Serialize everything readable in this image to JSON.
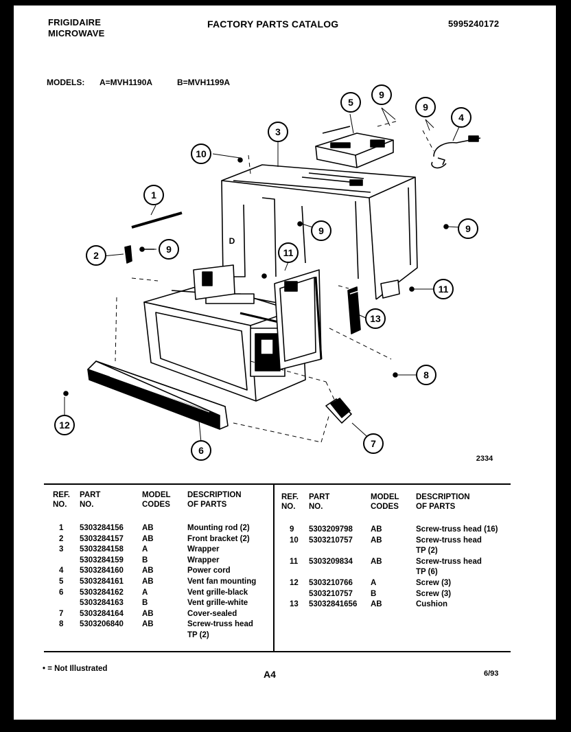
{
  "header": {
    "brand_line1": "FRIGIDAIRE",
    "brand_line2": "MICROWAVE",
    "catalog_title": "FACTORY PARTS CATALOG",
    "catalog_number": "5995240172"
  },
  "models": {
    "label": "MODELS:",
    "model_a": "A=MVH1190A",
    "model_b": "B=MVH1199A"
  },
  "diagram": {
    "figure_number": "2334",
    "callouts": [
      "1",
      "2",
      "3",
      "4",
      "5",
      "6",
      "7",
      "8",
      "9",
      "10",
      "11",
      "12",
      "13"
    ],
    "wrapper_letter": "D"
  },
  "table": {
    "col_headers": {
      "ref": "REF.\nNO.",
      "part": "PART\nNO.",
      "model": "MODEL\nCODES",
      "desc": "DESCRIPTION\nOF PARTS",
      "desc_right": "DESCRIPTION\nOF PARTS"
    },
    "left_rows": [
      {
        "ref": "1",
        "part": "5303284156",
        "model": "AB",
        "desc": "Mounting rod (2)"
      },
      {
        "ref": "2",
        "part": "5303284157",
        "model": "AB",
        "desc": "Front bracket (2)"
      },
      {
        "ref": "3",
        "part": "5303284158",
        "model": "A",
        "desc": "Wrapper"
      },
      {
        "ref": "",
        "part": "5303284159",
        "model": "B",
        "desc": "Wrapper"
      },
      {
        "ref": "4",
        "part": "5303284160",
        "model": "AB",
        "desc": "Power cord"
      },
      {
        "ref": "5",
        "part": "5303284161",
        "model": "AB",
        "desc": "Vent fan mounting"
      },
      {
        "ref": "6",
        "part": "5303284162",
        "model": "A",
        "desc": "Vent grille-black"
      },
      {
        "ref": "",
        "part": "5303284163",
        "model": "B",
        "desc": "Vent grille-white"
      },
      {
        "ref": "7",
        "part": "5303284164",
        "model": "AB",
        "desc": "Cover-sealed"
      },
      {
        "ref": "8",
        "part": "5303206840",
        "model": "AB",
        "desc": "Screw-truss head"
      },
      {
        "ref": "",
        "part": "",
        "model": "",
        "desc": "TP (2)"
      }
    ],
    "right_rows": [
      {
        "ref": "9",
        "part": "5303209798",
        "model": "AB",
        "desc": "Screw-truss head (16)"
      },
      {
        "ref": "10",
        "part": "5303210757",
        "model": "AB",
        "desc": "Screw-truss head"
      },
      {
        "ref": "",
        "part": "",
        "model": "",
        "desc": "TP (2)"
      },
      {
        "ref": "11",
        "part": "5303209834",
        "model": "AB",
        "desc": "Screw-truss head"
      },
      {
        "ref": "",
        "part": "",
        "model": "",
        "desc": "TP (6)"
      },
      {
        "ref": "12",
        "part": "5303210766",
        "model": "A",
        "desc": "Screw (3)"
      },
      {
        "ref": "",
        "part": "5303210757",
        "model": "B",
        "desc": "Screw (3)"
      },
      {
        "ref": "13",
        "part": "53032841656",
        "model": "AB",
        "desc": "Cushion"
      }
    ]
  },
  "footer": {
    "note": "• = Not Illustrated",
    "page": "A4",
    "date": "6/93"
  }
}
